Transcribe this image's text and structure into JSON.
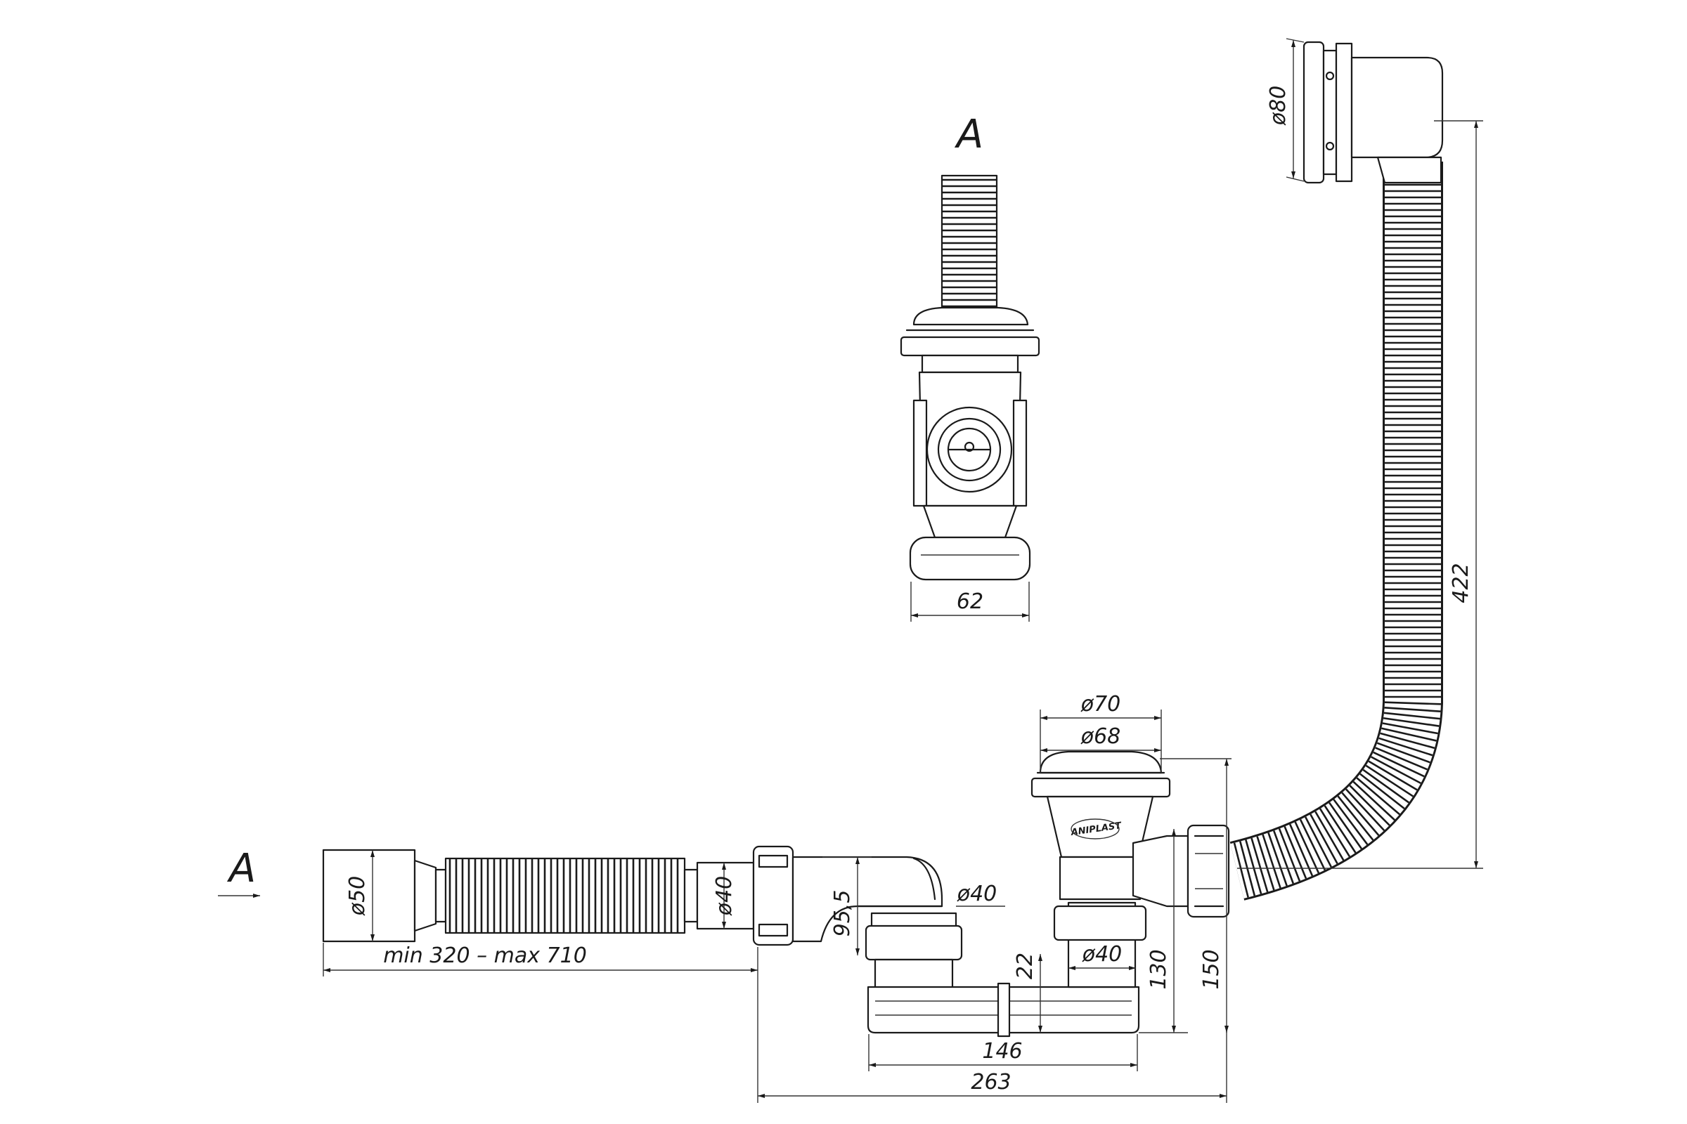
{
  "view_marker": "A",
  "view_title": "A",
  "logo": "ANIPLAST",
  "colors": {
    "ink": "#1a1a1a",
    "paper": "#ffffff"
  },
  "dims": {
    "d80": "ø80",
    "d422": "422",
    "d62": "62",
    "d70": "ø70",
    "d68": "ø68",
    "d50": "ø50",
    "d40_pipe": "ø40",
    "d40_top": "ø40",
    "d40_bottom": "ø40",
    "length": "min 320 – max 710",
    "d95": "95,5",
    "d22": "22",
    "d130": "130",
    "d150": "150",
    "d146": "146",
    "d263": "263"
  }
}
